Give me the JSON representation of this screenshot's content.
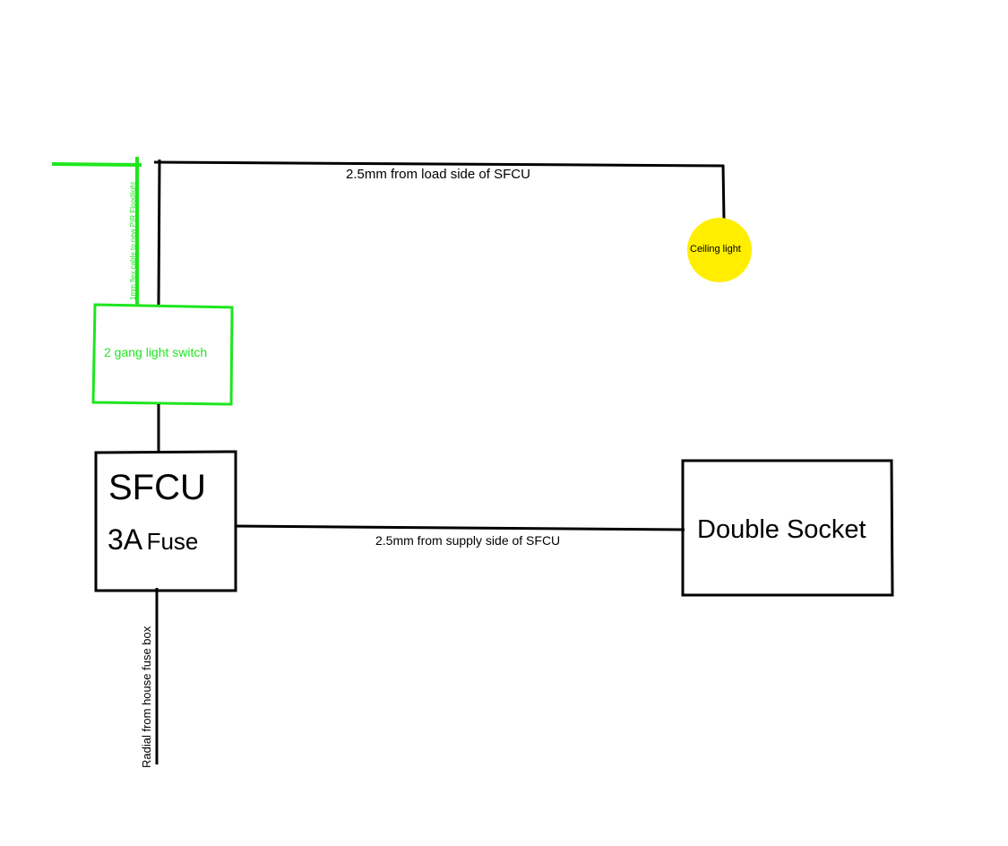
{
  "diagram": {
    "colors": {
      "wire": "#000000",
      "flex_cable": "#1ee61e",
      "switch_outline": "#1ee61e",
      "switch_text": "#1ee61e",
      "ceiling_light_fill": "#ffee00",
      "background": "#ffffff"
    },
    "nodes": {
      "switch": {
        "label": "2 gang light switch"
      },
      "sfcu": {
        "title": "SFCU",
        "fuse_rating": "3A",
        "fuse_word": "Fuse"
      },
      "socket": {
        "label": "Double Socket"
      },
      "ceiling_light": {
        "label": "Ceiling light"
      }
    },
    "wires": {
      "load": {
        "label": "2.5mm from load side of SFCU"
      },
      "supply": {
        "label": "2.5mm from supply side of SFCU"
      },
      "radial": {
        "label": "Radial from house fuse box"
      },
      "flex": {
        "label": "1mm flex cable to new PIR Floodlight"
      }
    }
  }
}
